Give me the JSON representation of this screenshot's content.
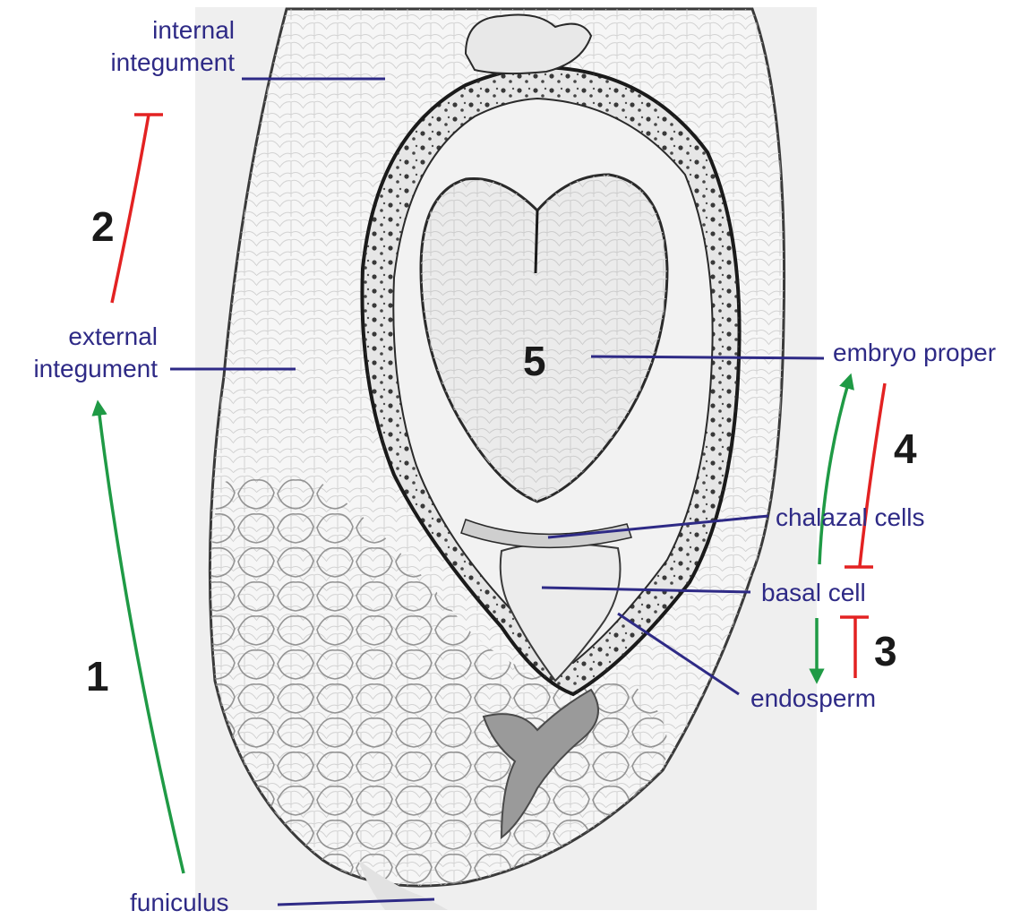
{
  "labels": {
    "internal_integument": [
      "internal",
      "integument"
    ],
    "external_integument": [
      "external",
      "integument"
    ],
    "embryo_proper": "embryo proper",
    "chalazal_cells": "chalazal cells",
    "basal_cell": "basal cell",
    "endosperm": "endosperm",
    "funiculus": "funiculus"
  },
  "numbers": {
    "n1": "1",
    "n2": "2",
    "n3": "3",
    "n4": "4",
    "n5": "5"
  },
  "colors": {
    "label_text": "#2e2a86",
    "leader_line": "#2e2a86",
    "activation_arrow": "#1f9a45",
    "inhibition_line": "#e32222",
    "number_text": "#1a1a1a",
    "micrograph_background": "#efefef"
  }
}
